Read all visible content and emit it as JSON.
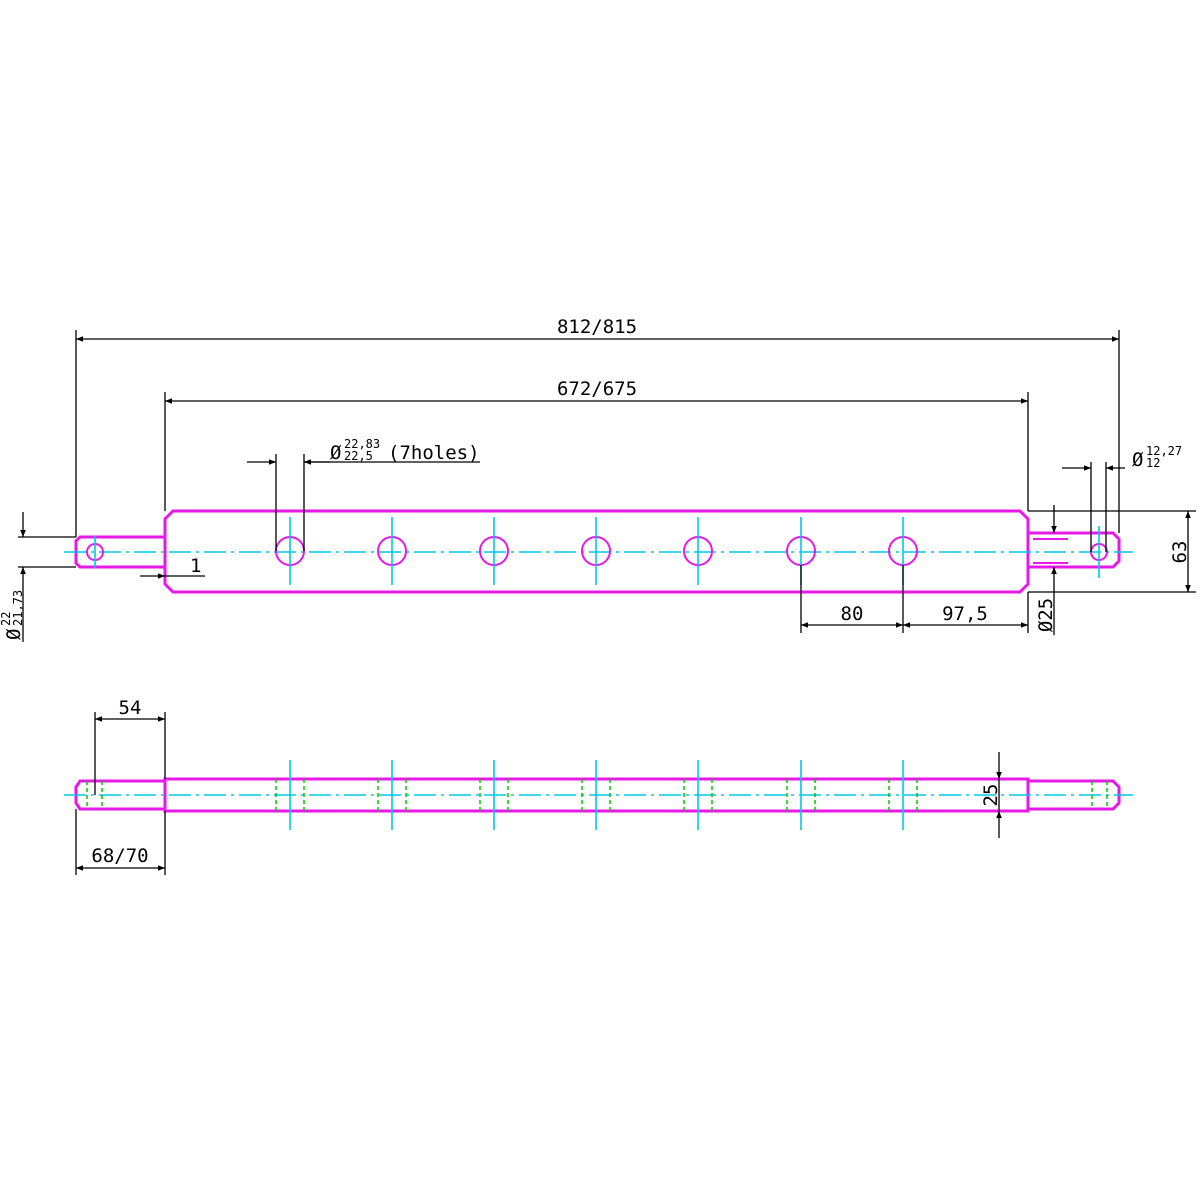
{
  "colors": {
    "outline": "#e619e6",
    "centerline": "#00c8e6",
    "hidden": "#00c800",
    "dimension": "#000000"
  },
  "dimensions": {
    "overall_length": "812/815",
    "body_length": "672/675",
    "hole_diameter_symbol": "Ø",
    "hole_diameter_upper": "22,83",
    "hole_diameter_lower": "22,5",
    "hole_count_note": "(7holes)",
    "small_hole_symbol": "Ø",
    "small_hole_upper": "12,27",
    "small_hole_lower": "12",
    "height": "63",
    "shoulder": "1",
    "pin_right_diameter": "Ø25",
    "hole_pitch": "80",
    "end_hole_offset": "97,5",
    "pin_left_symbol": "Ø",
    "pin_left_upper": "22",
    "pin_left_lower": "21,73",
    "pin_length_inner": "54",
    "pin_length_outer": "68/70",
    "thickness": "25"
  }
}
